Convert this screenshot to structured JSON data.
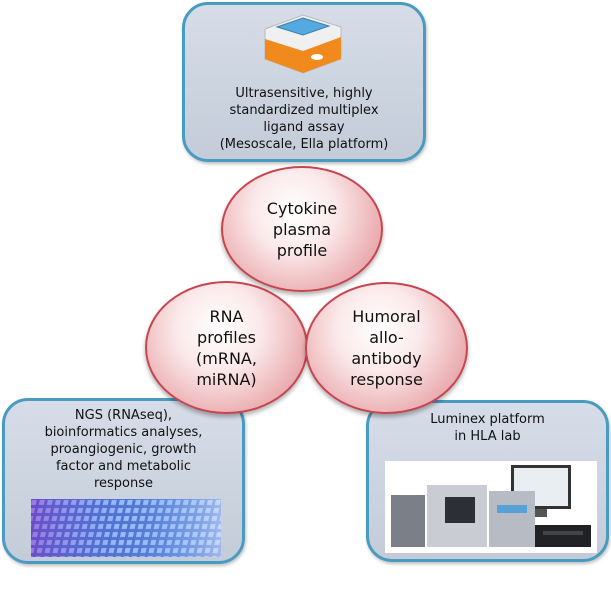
{
  "boxes": {
    "top": "Ultrasensitive, highly\nstandardized multiplex\nligand assay\n(Mesoscale, Ella platform)",
    "left": "NGS (RNAseq),\nbioinformatics analyses,\nproangiogenic, growth\nfactor and metabolic\nresponse",
    "right": "Luminex platform\nin HLA lab"
  },
  "circles": {
    "top": "Cytokine\nplasma\nprofile",
    "left": "RNA\nprofiles\n(mRNA,\nmiRNA)",
    "right": "Humoral\nallo-\nantibody\nresponse"
  },
  "colors": {
    "box_border": "#4a9bc0",
    "box_fill": "#c9d1dc",
    "circle_border": "#c8444f",
    "circle_fill": "#ecb3b6"
  },
  "images": [
    "ella-instrument-image",
    "rnaseq-heatmap-image",
    "luminex-instrument-image"
  ]
}
